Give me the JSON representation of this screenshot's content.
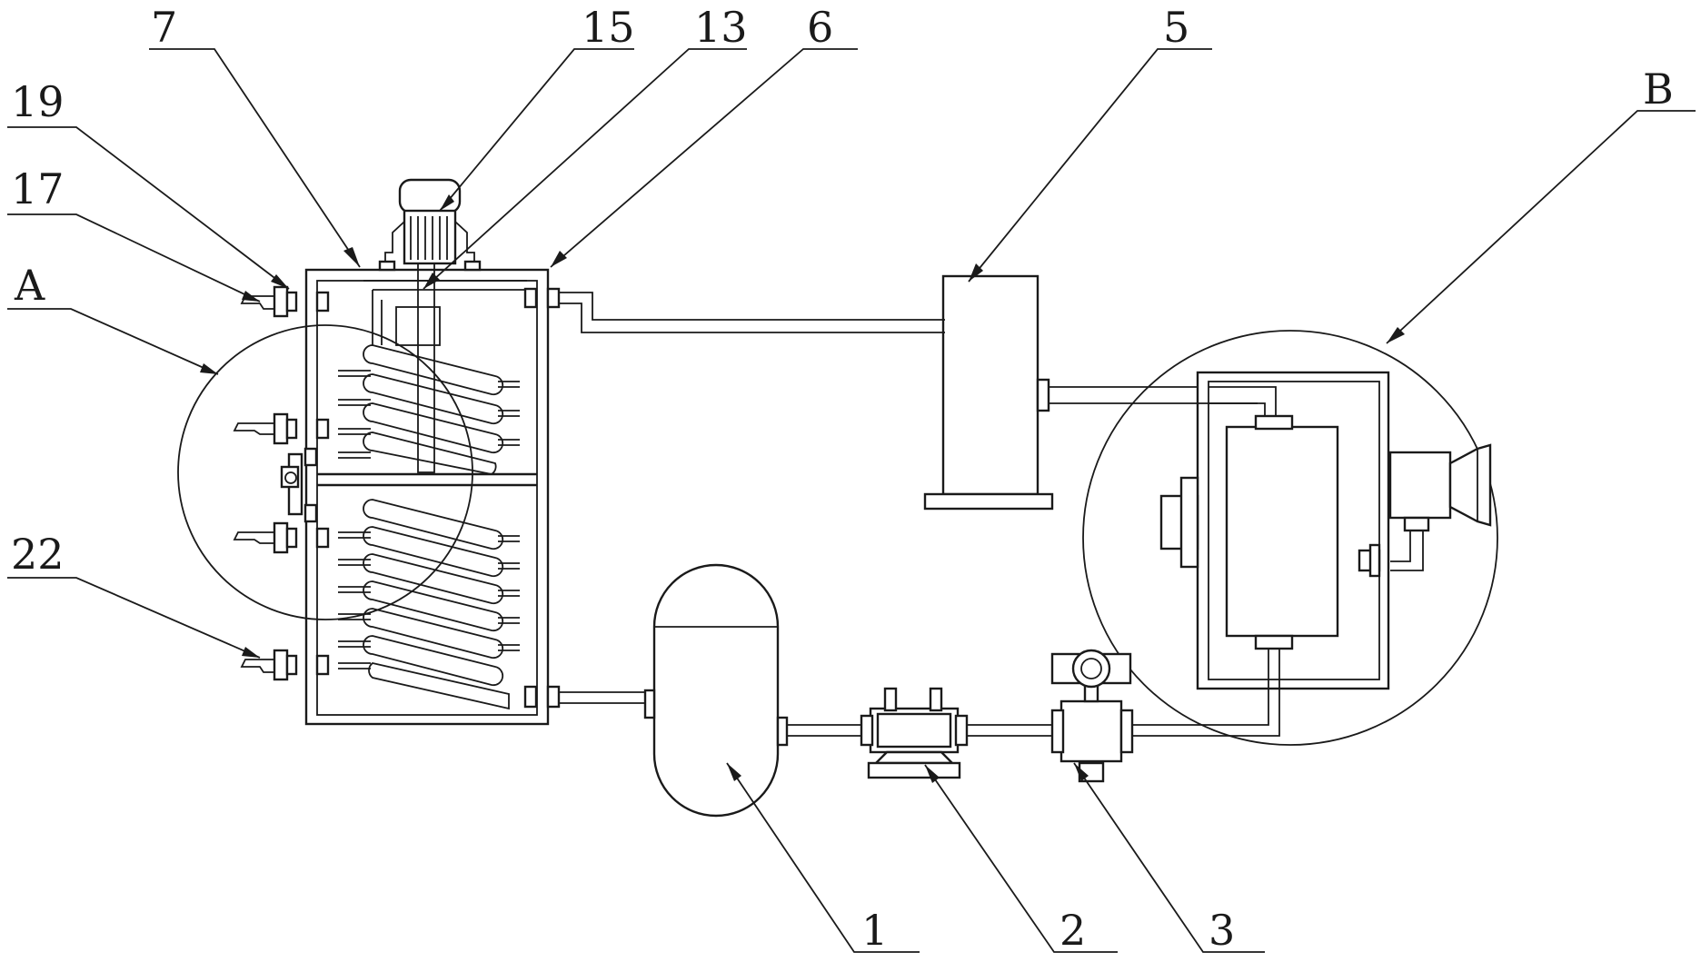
{
  "labels": {
    "l7": "7",
    "l15": "15",
    "l13": "13",
    "l6": "6",
    "l5": "5",
    "lB": "B",
    "l19": "19",
    "l17": "17",
    "lA": "A",
    "l22": "22",
    "l1": "1",
    "l2": "2",
    "l3": "3"
  },
  "colors": {
    "line": "#1a1a1a",
    "background": "#ffffff"
  }
}
